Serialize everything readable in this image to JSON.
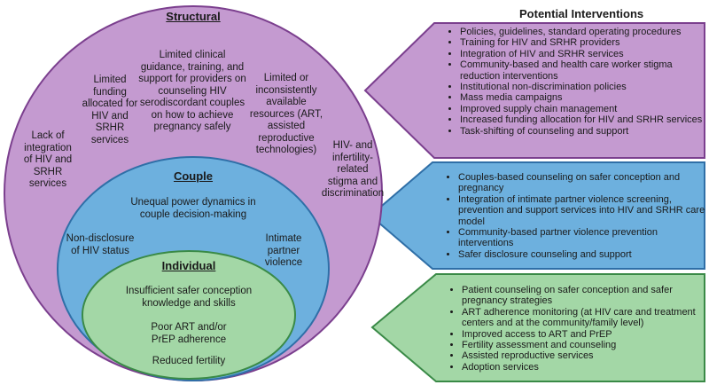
{
  "colors": {
    "structural_fill": "#c49ad0",
    "structural_stroke": "#7b3f8e",
    "couple_fill": "#6db0de",
    "couple_stroke": "#2f6fa7",
    "individual_fill": "#a3d7a6",
    "individual_stroke": "#3a8a47"
  },
  "structural": {
    "heading": "Structural",
    "items": [
      "Lack of integration of HIV and SRHR services",
      "Limited funding allocated for HIV and SRHR services",
      "Limited clinical guidance, training, and support for providers on counseling HIV serodiscordant couples on how to achieve pregnancy safely",
      "Limited or inconsistently available resources (ART, assisted reproductive technologies)",
      "HIV- and infertility-related stigma and discrimination"
    ]
  },
  "couple": {
    "heading": "Couple",
    "items": [
      "Unequal power dynamics in couple decision-making",
      "Non-disclosure of HIV status",
      "Intimate partner violence"
    ]
  },
  "individual": {
    "heading": "Individual",
    "items": [
      "Insufficient safer conception knowledge and skills",
      "Poor ART and/or PrEP adherence",
      "Reduced fertility"
    ]
  },
  "interventions": {
    "title": "Potential Interventions",
    "structural": [
      "Policies, guidelines, standard operating procedures",
      "Training for HIV and SRHR providers",
      "Integration of HIV and SRHR services",
      "Community-based and health care worker stigma reduction interventions",
      "Institutional non-discrimination policies",
      "Mass media campaigns",
      "Improved supply chain management",
      "Increased funding allocation for HIV and SRHR services",
      "Task-shifting of counseling and support"
    ],
    "couple": [
      "Couples-based counseling on safer conception and pregnancy",
      "Integration of intimate partner violence screening, prevention and support services into HIV and SRHR care model",
      "Community-based partner violence prevention interventions",
      "Safer disclosure counseling and support"
    ],
    "individual": [
      "Patient counseling on safer conception and safer pregnancy strategies",
      "ART adherence monitoring (at HIV care and treatment centers and at the community/family level)",
      "Improved access to ART and PrEP",
      "Fertility assessment and counseling",
      "Assisted reproductive services",
      "Adoption services"
    ]
  }
}
